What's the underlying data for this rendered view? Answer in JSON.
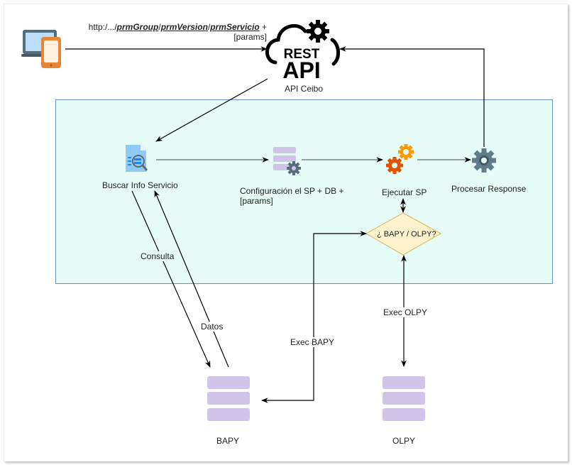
{
  "diagram": {
    "request_url": {
      "prefix": "http:/.../",
      "group": "prmGroup",
      "sep1": "/",
      "version": "prmVersion",
      "sep2": "/",
      "service": "prmServicio",
      "suffix": " +",
      "params": "[params]"
    },
    "nodes": {
      "client": {
        "label": "",
        "icon": "laptop-phone-icon"
      },
      "rest_api": {
        "label": "API Ceibo",
        "icon": "rest-api-cloud-icon",
        "icon_text_1": "REST",
        "icon_text_2": "API"
      },
      "buscar": {
        "label": "Buscar Info Servicio",
        "icon": "document-search-icon"
      },
      "config": {
        "label_line1": "Configuración el SP + DB +",
        "label_line2": "[params]",
        "icon": "database-gear-icon"
      },
      "ejecutar": {
        "label": "Ejecutar SP",
        "icon": "gears-icon"
      },
      "procesar": {
        "label": "Procesar Response",
        "icon": "gear-icon"
      },
      "decision": {
        "label": "¿ BAPY / OLPY?"
      },
      "bapy": {
        "label": "BAPY",
        "icon": "database-icon"
      },
      "olpy": {
        "label": "OLPY",
        "icon": "database-icon"
      }
    },
    "edges": {
      "consulta": "Consulta",
      "datos": "Datos",
      "exec_bapy": "Exec BAPY",
      "exec_olpy": "Exec OLPY"
    },
    "colors": {
      "container_fill": "#e6fcf6",
      "container_stroke": "#6c8ebf",
      "db_fill": "#d1c4e9",
      "decision_fill": "#fff2cc",
      "decision_stroke": "#d6b656",
      "gear_dark": "#5f7382",
      "gear_orange": "#e65100",
      "gear_yellow": "#ff9800",
      "doc_blue": "#90caf9"
    }
  }
}
